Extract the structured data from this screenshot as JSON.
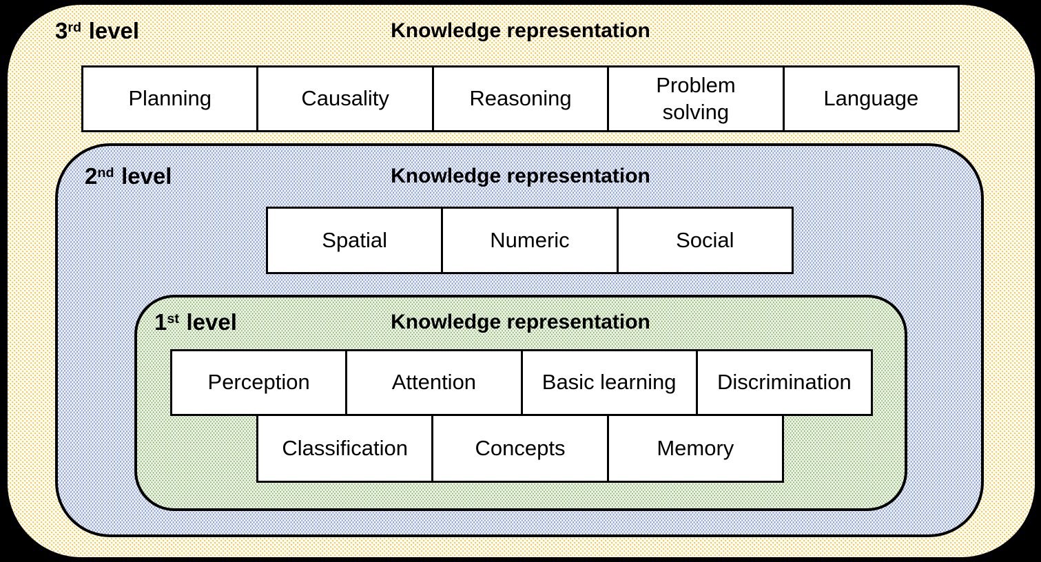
{
  "canvas": {
    "background_color": "#000000",
    "box_fill": "#FFFFFF",
    "box_border": "#000000"
  },
  "levels": [
    {
      "name": "3rd level",
      "label_number": "3",
      "label_ordinal": "rd",
      "label_word": "level",
      "title": "Knowledge representation",
      "pattern_color": "#F1C243",
      "pattern_style": "yellow dotted checker",
      "rows": [
        [
          "Planning",
          "Causality",
          "Reasoning",
          "Problem solving",
          "Language"
        ]
      ]
    },
    {
      "name": "2nd level",
      "label_number": "2",
      "label_ordinal": "nd",
      "label_word": "level",
      "title": "Knowledge representation",
      "pattern_color": "#8BA0D6",
      "pattern_style": "blue vertical dashes",
      "rows": [
        [
          "Spatial",
          "Numeric",
          "Social"
        ]
      ]
    },
    {
      "name": "1st level",
      "label_number": "1",
      "label_ordinal": "st",
      "label_word": "level",
      "title": "Knowledge representation",
      "pattern_color": "#96BE79",
      "pattern_style": "green vertical dots",
      "rows": [
        [
          "Perception",
          "Attention",
          "Basic learning",
          "Discrimination"
        ],
        [
          "Classification",
          "Concepts",
          "Memory"
        ]
      ]
    }
  ]
}
